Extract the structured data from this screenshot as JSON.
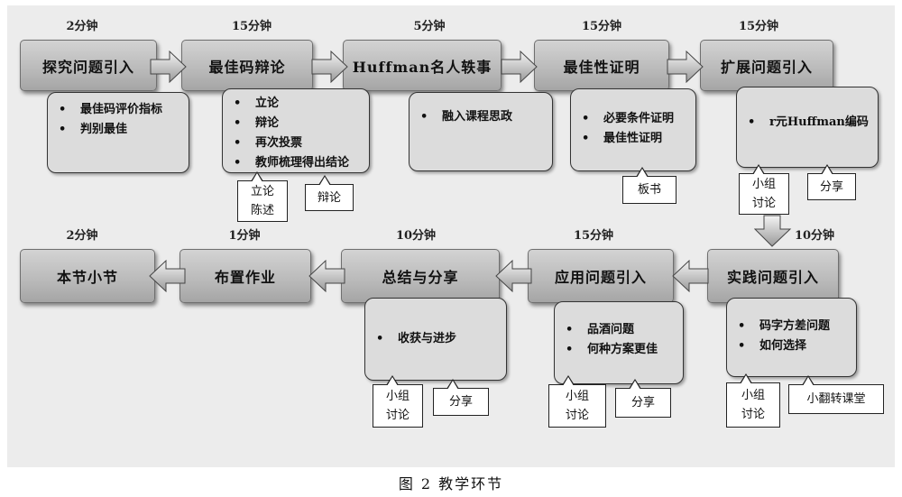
{
  "row1": [
    {
      "time": "2分钟",
      "title": "探究问题引入"
    },
    {
      "time": "15分钟",
      "title": "最佳码辩论"
    },
    {
      "time": "5分钟",
      "title": "Huffman名人轶事"
    },
    {
      "time": "15分钟",
      "title": "最佳性证明"
    },
    {
      "time": "15分钟",
      "title": "扩展问题引入"
    }
  ],
  "row2": [
    {
      "time": "2分钟",
      "title": "本节小节"
    },
    {
      "time": "1分钟",
      "title": "布置作业"
    },
    {
      "time": "10分钟",
      "title": "总结与分享"
    },
    {
      "time": "15分钟",
      "title": "应用问题引入"
    },
    {
      "time": "10分钟",
      "title": "实践问题引入"
    }
  ],
  "details": {
    "tanjiu": [
      "最佳码评价指标",
      "判别最佳"
    ],
    "bianlun": [
      "立论",
      "辩论",
      "再次投票",
      "教师梳理得出结论"
    ],
    "huffman": [
      "融入课程思政"
    ],
    "zuijia": [
      "必要条件证明",
      "最佳性证明"
    ],
    "kuozhan": [
      "r元Huffman编码"
    ],
    "shijian": [
      "码字方差问题",
      "如何选择"
    ],
    "yingyong": [
      "品酒问题",
      "何种方案更佳"
    ],
    "zongjie": [
      "收获与进步"
    ]
  },
  "tags": {
    "lilun_l1": "立论",
    "lilun_l2": "陈述",
    "bianlun": "辩论",
    "banshu": "板书",
    "kz_l1": "小组",
    "kz_l2": "讨论",
    "kz_share": "分享",
    "zj_l1": "小组",
    "zj_l2": "讨论",
    "zj_share": "分享",
    "yy_l1": "小组",
    "yy_l2": "讨论",
    "yy_share": "分享",
    "sj_l1": "小组",
    "sj_l2": "讨论",
    "sj_flip": "小翻转课堂"
  },
  "caption": "图 2  教学环节",
  "colors": {
    "stage_top": "#d3d3d3",
    "stage_bottom": "#a5a5a5",
    "detail_bg": "#dcdcdc",
    "background": "#ececec"
  }
}
